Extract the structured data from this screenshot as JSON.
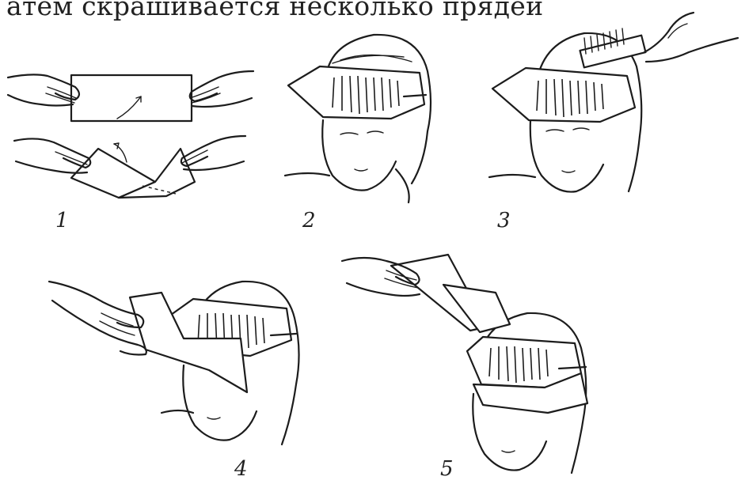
{
  "caption": {
    "top_text": "атем скрашивается несколько прядей"
  },
  "steps": [
    {
      "label": "1"
    },
    {
      "label": "2"
    },
    {
      "label": "3"
    },
    {
      "label": "4"
    },
    {
      "label": "5"
    }
  ]
}
